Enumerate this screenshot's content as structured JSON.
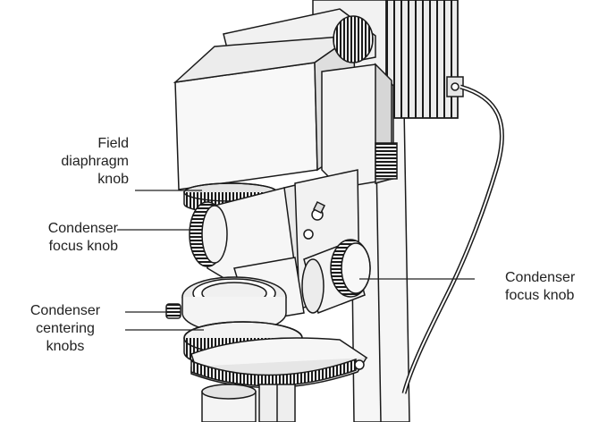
{
  "labels": {
    "field_diaphragm": {
      "line1": "Field",
      "line2": "diaphragm",
      "line3": "knob"
    },
    "condenser_focus_left": {
      "line1": "Condenser",
      "line2": "focus knob"
    },
    "condenser_centering": {
      "line1": "Condenser",
      "line2": "centering",
      "line3": "knobs"
    },
    "condenser_focus_right": {
      "line1": "Condenser",
      "line2": "focus knob"
    }
  },
  "colors": {
    "outline": "#1a1a1a",
    "body_fill": "#f4f4f4",
    "shade": "#d8d8d8",
    "dark": "#2b2b2b",
    "background": "#ffffff"
  }
}
